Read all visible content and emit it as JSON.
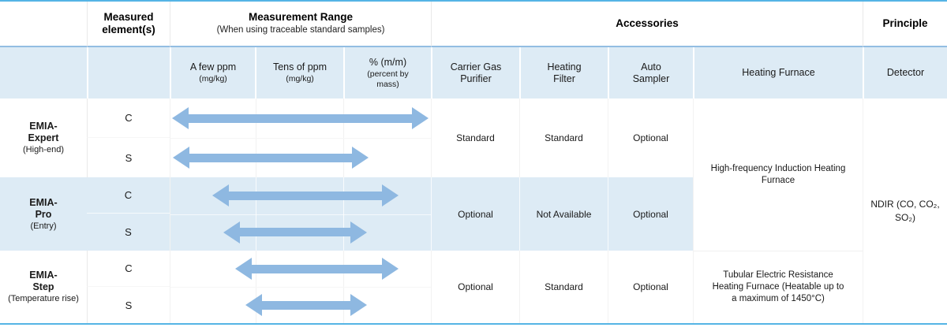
{
  "colors": {
    "top_bottom_border": "#55b4e5",
    "header_divider": "#93bde2",
    "band": "#ddebf5",
    "arrow": "#8eb8e1"
  },
  "header": {
    "measured_elements": "Measured element(s)",
    "measurement_range_title": "Measurement Range",
    "measurement_range_subtitle": "(When using traceable standard samples)",
    "accessories": "Accessories",
    "principle": "Principle"
  },
  "subheader": {
    "range_columns": [
      {
        "title": "A few ppm",
        "subtitle": "(mg/kg)"
      },
      {
        "title": "Tens of ppm",
        "subtitle": "(mg/kg)"
      },
      {
        "title": "% (m/m)",
        "subtitle": "(percent by mass)"
      }
    ],
    "carrier_gas_purifier": "Carrier Gas Purifier",
    "heating_filter": "Heating Filter",
    "auto_sampler": "Auto Sampler",
    "heating_furnace": "Heating Furnace",
    "detector": "Detector"
  },
  "products": [
    {
      "name": "EMIA-Expert",
      "descriptor": "(High-end)",
      "elements": [
        "C",
        "S"
      ],
      "arrows": [
        {
          "left_pct": 0.6,
          "width_pct": 98.4
        },
        {
          "left_pct": 0.9,
          "width_pct": 75.2
        }
      ],
      "carrier_gas_purifier": "Standard",
      "heating_filter": "Standard",
      "auto_sampler": "Optional"
    },
    {
      "name": "EMIA-Pro",
      "descriptor": "(Entry)",
      "elements": [
        "C",
        "S"
      ],
      "arrows": [
        {
          "left_pct": 16.0,
          "width_pct": 71.6
        },
        {
          "left_pct": 20.2,
          "width_pct": 55.3
        }
      ],
      "carrier_gas_purifier": "Optional",
      "heating_filter": "Not Available",
      "auto_sampler": "Optional"
    },
    {
      "name": "EMIA-Step",
      "descriptor": "(Temperature rise)",
      "elements": [
        "C",
        "S"
      ],
      "arrows": [
        {
          "left_pct": 24.8,
          "width_pct": 62.8
        },
        {
          "left_pct": 28.7,
          "width_pct": 46.8
        }
      ],
      "carrier_gas_purifier": "Optional",
      "heating_filter": "Standard",
      "auto_sampler": "Optional"
    }
  ],
  "furnace_cells": [
    {
      "text": "High-frequency Induction Heating Furnace"
    },
    {
      "text": "Tubular Electric Resistance Heating Furnace (Heatable up to a maximum of 1450°C)"
    }
  ],
  "detector_value": "NDIR (CO, CO₂, SO₂)"
}
